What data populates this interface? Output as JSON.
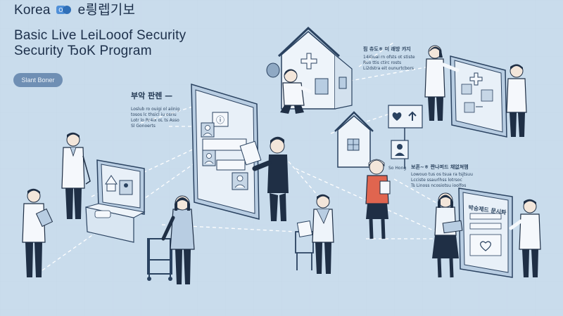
{
  "header": {
    "title_line1_prefix": "Korea",
    "title_line1_suffix": "e릥렙기보",
    "title_line2": "Basic Live LeiLooof Security",
    "title_line3": "Security ЂoK Program",
    "pill_button": "Slant Boner"
  },
  "callouts": {
    "left_heading": "부악 판렌 —",
    "left_text": [
      "Loslub ro ouigi ol aiinig",
      "tosos lc thsicl iu osriu",
      "Lotr lo Rr4ix oL ts Asso",
      "Sl Gonoerts"
    ],
    "top_heading": "핌 츄도ㅎ 미 래방 캬지",
    "top_text": [
      "14iGuai rn ofsts ot stiste",
      "Ruo ttis ctirc rosts",
      "Li2dstra eit ounurtcbors"
    ],
    "right_heading": "보흔~ㅎ 짠나퍼드 채없쳐멤",
    "right_text": [
      "Lowouo tus os tsua ra tsjtsuu",
      "Lcciste ssaurlhss lotrsoc",
      "Ts Linoss ncosiotsu ioolfos"
    ],
    "small_label": "So Hong",
    "screen_label": "박승제드 문시톼"
  },
  "palette": {
    "background": "#c9dcec",
    "navy": "#1f3550",
    "panel": "#e8f0f8",
    "accent_red": "#e0654f",
    "pill": "#6f8fb4"
  },
  "icons": [
    "house-icon",
    "medical-cross-icon",
    "heart-icon",
    "person-card-icon",
    "arrow-up-icon"
  ]
}
